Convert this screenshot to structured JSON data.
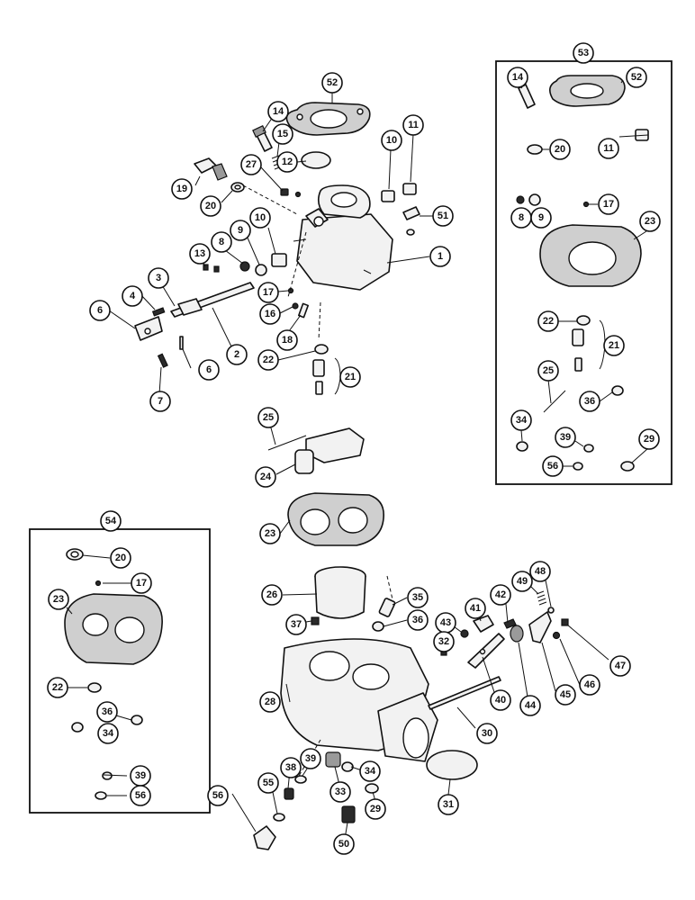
{
  "diagram": {
    "kit_53": {
      "title": "53",
      "items": [
        "14",
        "52",
        "20",
        "11",
        "8",
        "9",
        "17",
        "23",
        "22",
        "21",
        "25",
        "36",
        "34",
        "39",
        "29",
        "56"
      ]
    },
    "kit_54": {
      "title": "54",
      "items": [
        "20",
        "17",
        "23",
        "22",
        "36",
        "34",
        "39",
        "56"
      ]
    },
    "main_assembly": {
      "items": [
        "52",
        "14",
        "15",
        "12",
        "27",
        "10",
        "11",
        "19",
        "20",
        "51",
        "1",
        "13",
        "8",
        "9",
        "10",
        "3",
        "4",
        "17",
        "16",
        "6",
        "2",
        "18",
        "6",
        "7",
        "22",
        "21",
        "25",
        "24",
        "23",
        "26",
        "35",
        "37",
        "36",
        "43",
        "41",
        "42",
        "49",
        "48",
        "32",
        "47",
        "46",
        "45",
        "44",
        "40",
        "28",
        "30",
        "39",
        "38",
        "34",
        "33",
        "31",
        "55",
        "29",
        "56",
        "50"
      ]
    }
  }
}
